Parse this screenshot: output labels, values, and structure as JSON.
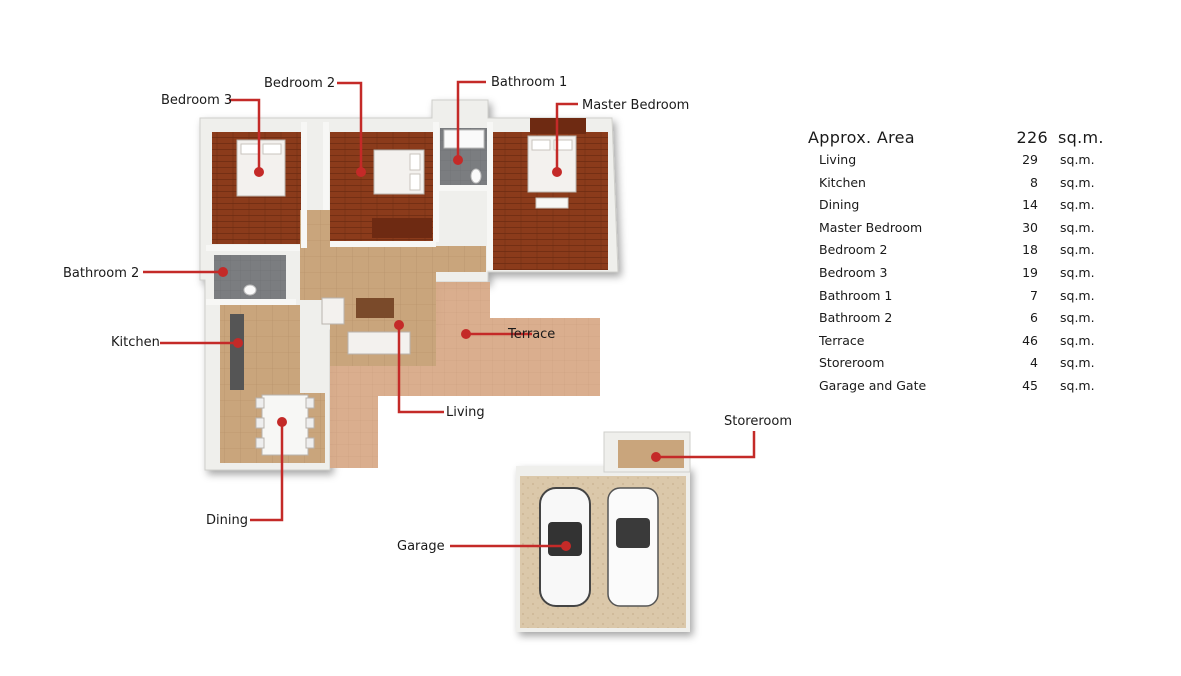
{
  "plan_labels": {
    "bedroom3": "Bedroom 3",
    "bedroom2": "Bedroom 2",
    "bathroom1": "Bathroom 1",
    "master_bedroom": "Master Bedroom",
    "bathroom2": "Bathroom 2",
    "kitchen": "Kitchen",
    "terrace": "Terrace",
    "living": "Living",
    "dining": "Dining",
    "storeroom": "Storeroom",
    "garage": "Garage"
  },
  "colors": {
    "leader": "#c42a28",
    "wood_floor": "#8a3a1a",
    "tile_floor": "#c8a47a",
    "terrace_floor": "#d7a988",
    "garage_floor": "#d9c6a7",
    "wall": "#f4f4f2"
  },
  "area_table": {
    "header": {
      "name": "Approx. Area",
      "value": "226",
      "unit": "sq.m."
    },
    "rows": [
      {
        "name": "Living",
        "value": "29",
        "unit": "sq.m."
      },
      {
        "name": "Kitchen",
        "value": "8",
        "unit": "sq.m."
      },
      {
        "name": "Dining",
        "value": "14",
        "unit": "sq.m."
      },
      {
        "name": "Master Bedroom",
        "value": "30",
        "unit": "sq.m."
      },
      {
        "name": "Bedroom 2",
        "value": "18",
        "unit": "sq.m."
      },
      {
        "name": "Bedroom 3",
        "value": "19",
        "unit": "sq.m."
      },
      {
        "name": "Bathroom 1",
        "value": "7",
        "unit": "sq.m."
      },
      {
        "name": "Bathroom 2",
        "value": "6",
        "unit": "sq.m."
      },
      {
        "name": "Terrace",
        "value": "46",
        "unit": "sq.m."
      },
      {
        "name": "Storeroom",
        "value": "4",
        "unit": "sq.m."
      },
      {
        "name": "Garage and Gate",
        "value": "45",
        "unit": "sq.m."
      }
    ]
  }
}
